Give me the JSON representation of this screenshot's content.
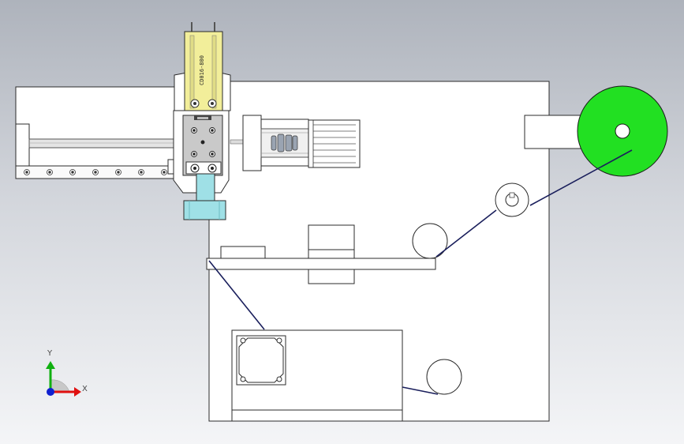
{
  "part_marking": "CD016-800",
  "triad": {
    "x_label": "X",
    "y_label": "Y",
    "x_color": "#e01010",
    "y_color": "#10b010",
    "z_color": "#1020d0"
  },
  "colors": {
    "background_top": "#aeb3bc",
    "background_bottom": "#f4f5f7",
    "plate": "#ffffff",
    "roller": "#22e022",
    "linear_slide": "#f2ee9a",
    "nozzle": "#9fe0e6",
    "wire": "#1a1f5c",
    "edge": "#2b2b2b"
  }
}
